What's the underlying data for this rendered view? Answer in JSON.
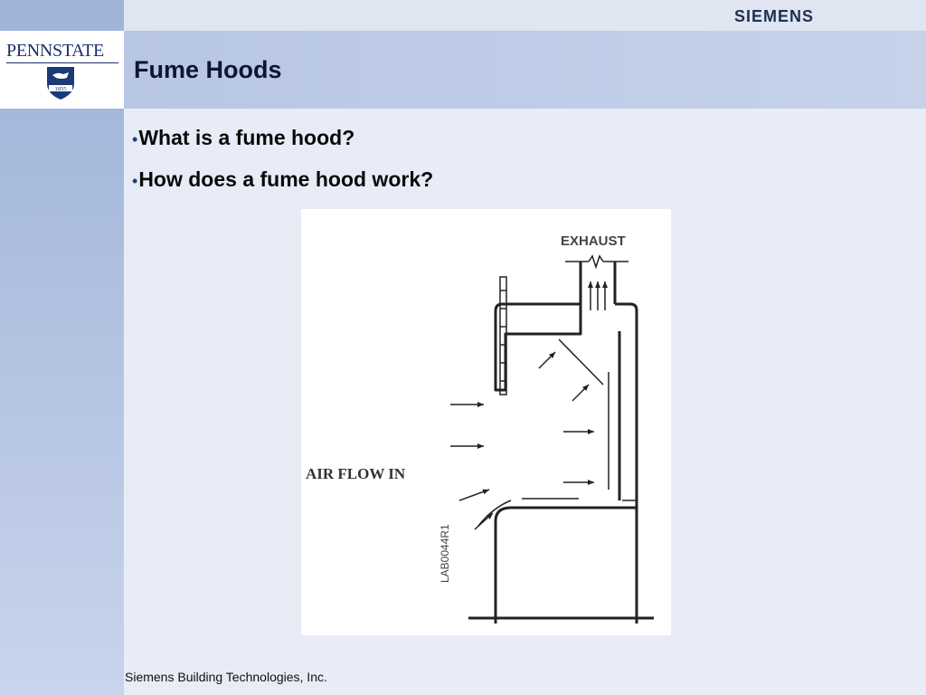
{
  "header": {
    "brand": "SIEMENS",
    "title": "Fume Hoods"
  },
  "logo": {
    "text": "PENNSTATE",
    "year": "1855"
  },
  "bullets": [
    "What is a fume hood?",
    "How does a fume hood work?"
  ],
  "figure": {
    "exhaust_label": "EXHAUST",
    "airflow_label": "AIR FLOW IN",
    "code_label": "LAB0044R1"
  },
  "footer": {
    "text": "Siemens Building Technologies, Inc."
  },
  "colors": {
    "title_text": "#0c1633",
    "accent_blue": "#1f3a8a",
    "left_bar": "#9fb3d8"
  }
}
